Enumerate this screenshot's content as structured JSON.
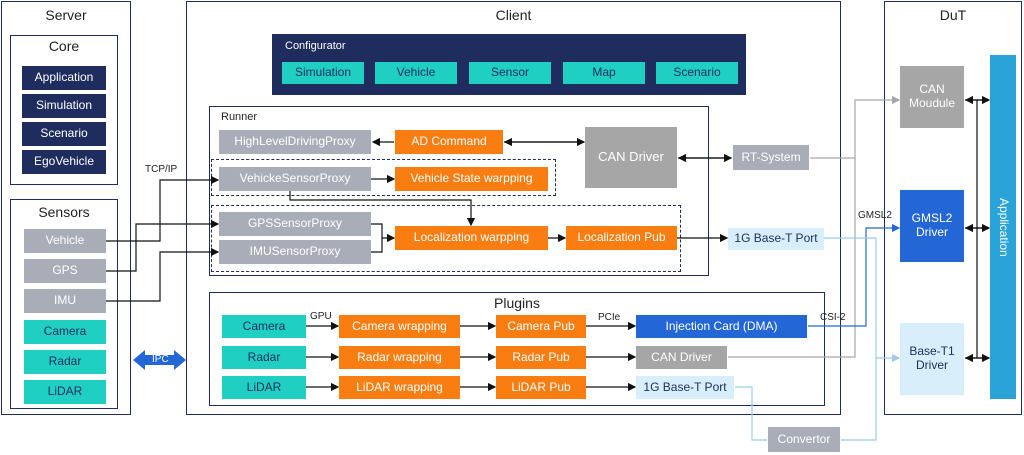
{
  "server": {
    "title": "Server",
    "core": {
      "title": "Core",
      "items": [
        "Application",
        "Simulation",
        "Scenario",
        "EgoVehicle"
      ]
    },
    "sensors": {
      "title": "Sensors",
      "items": [
        "Vehicle",
        "GPS",
        "IMU",
        "Camera",
        "Radar",
        "LiDAR"
      ]
    }
  },
  "client": {
    "title": "Client",
    "configurator": {
      "title": "Configurator",
      "items": [
        "Simulation",
        "Vehicle",
        "Sensor",
        "Map",
        "Scenario"
      ]
    },
    "runner": {
      "title": "Runner",
      "high_level_proxy": "HighLevelDrivingProxy",
      "ad_command": "AD Command",
      "can_driver": "CAN Driver",
      "rt_system": "RT-System",
      "vehicle_sensor_proxy": "VehickeSensorProxy",
      "vehicle_state": "Vehicle State warpping",
      "gps_proxy": "GPSSensorProxy",
      "imu_proxy": "IMUSensorProxy",
      "localization_wrapping": "Localization warpping",
      "localization_pub": "Localization Pub",
      "base_t_port": "1G Base-T Port"
    },
    "plugins": {
      "title": "Plugins",
      "camera": "Camera",
      "camera_wrapping": "Camera wrapping",
      "camera_pub": "Camera Pub",
      "injection_card": "Injection Card (DMA)",
      "radar": "Radar",
      "radar_wrapping": "Radar wrapping",
      "radar_pub": "Radar Pub",
      "can_driver": "CAN Driver",
      "lidar": "LiDAR",
      "lidar_wrapping": "LiDAR wrapping",
      "lidar_pub": "LiDAR Pub",
      "base_t_port": "1G Base-T Port"
    }
  },
  "dut": {
    "title": "DuT",
    "can_module": "CAN Moudule",
    "gmsl2_driver": "GMSL2 Driver",
    "base_t1_driver": "Base-T1 Driver",
    "application": "Application"
  },
  "convertor": "Convertor",
  "edge_labels": {
    "tcpip": "TCP/IP",
    "ipc": "IPC",
    "gpu": "GPU",
    "pcie": "PCIe",
    "csi2": "CSI-2",
    "gmsl2": "GMSL2"
  },
  "colors": {
    "navy": "#1e2d5e",
    "gray": "#a9adb8",
    "teal": "#1fd0c2",
    "orange": "#fa7d12",
    "blue": "#2367d6",
    "light_blue": "#d8eefb",
    "app_blue": "#2aa3d9"
  }
}
